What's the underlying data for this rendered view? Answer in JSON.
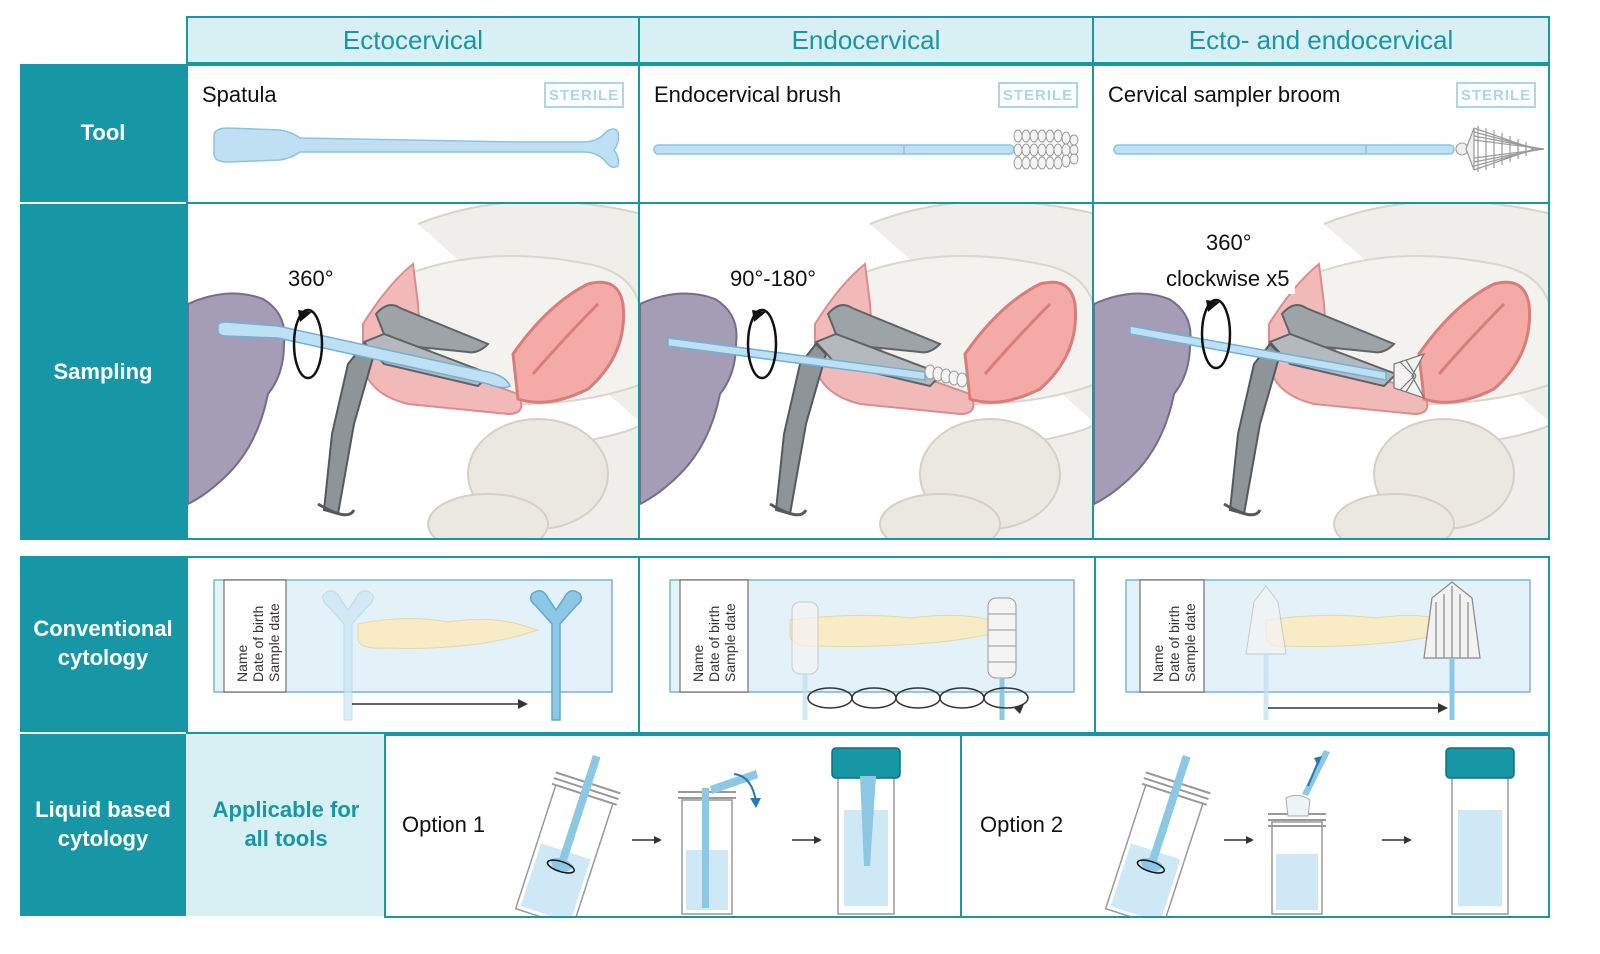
{
  "columns": [
    {
      "header": "Ectocervical",
      "tool": "Spatula",
      "sterile": "STERILE",
      "angle": [
        "360°"
      ]
    },
    {
      "header": "Endocervical",
      "tool": "Endocervical brush",
      "sterile": "STERILE",
      "angle": [
        "90°-180°"
      ]
    },
    {
      "header": "Ecto- and endocervical",
      "tool": "Cervical sampler broom",
      "sterile": "STERILE",
      "angle": [
        "360°",
        "clockwise x5"
      ]
    }
  ],
  "rows": {
    "tool": "Tool",
    "sampling": "Sampling",
    "conventional": [
      "Conventional",
      "cytology"
    ],
    "liquid": [
      "Liquid based",
      "cytology"
    ]
  },
  "slide_label": [
    "Name",
    "Date of birth",
    "Sample date"
  ],
  "liquid": {
    "applicable": [
      "Applicable for",
      "all tools"
    ],
    "option1": "Option 1",
    "option2": "Option 2"
  },
  "colors": {
    "teal": "#1797a6",
    "teal_light": "#d8eff3",
    "tool_blue": "#bfe0f2",
    "glove": "#a59cb6",
    "speculum": "#8a8f95",
    "tissue_pink": "#f1a9a9"
  }
}
